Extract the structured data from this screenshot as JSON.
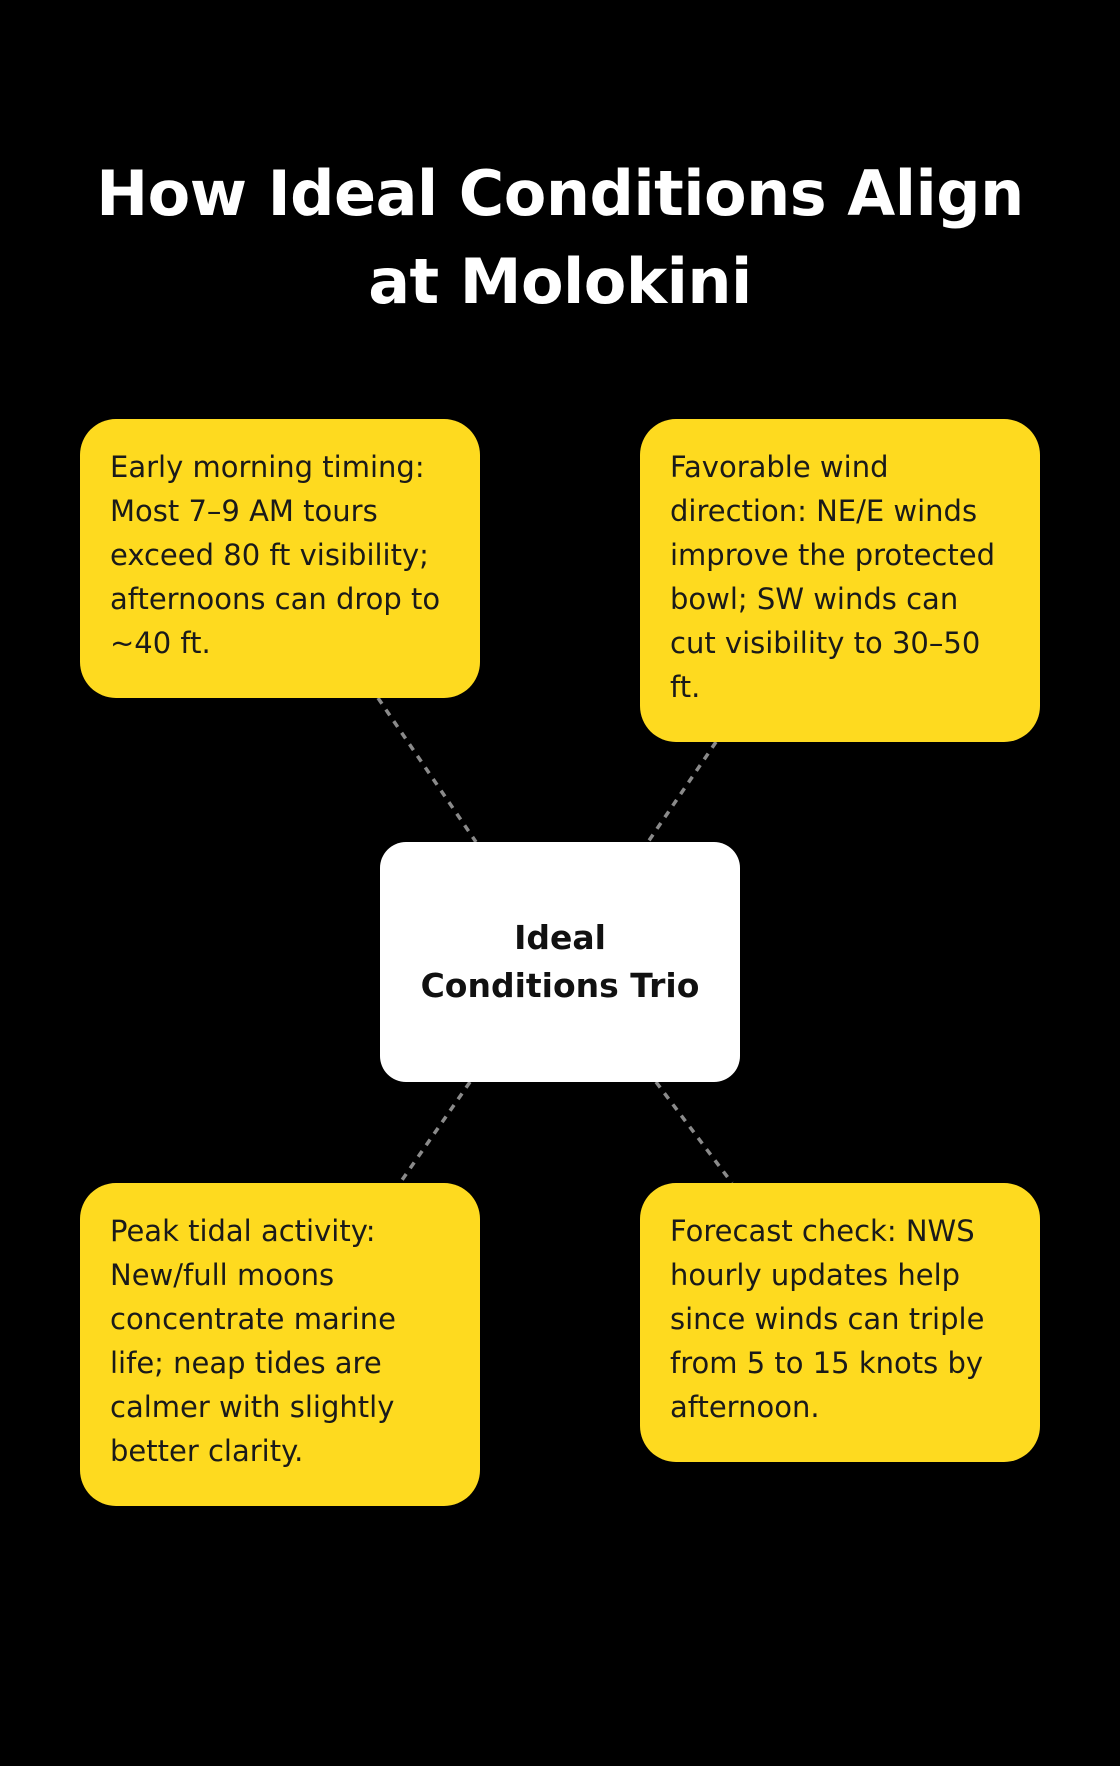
{
  "title": "How Ideal Conditions Align at Molokini",
  "center": {
    "label": "Ideal Conditions Trio"
  },
  "nodes": {
    "top_left": "Early morning timing: Most 7–9 AM tours exceed 80 ft visibility; afternoons can drop to ~40 ft.",
    "top_right": "Favorable wind direction: NE/E winds improve the protected bowl; SW winds can cut visibility to 30–50 ft.",
    "bottom_left": "Peak tidal activity: New/full moons concentrate marine life; neap tides are calmer with slightly better clarity.",
    "bottom_right": "Forecast check: NWS hourly updates help since winds can triple from 5 to 15 knots by afternoon."
  },
  "colors": {
    "background": "#000000",
    "node_fill": "#FEDA1F",
    "center_fill": "#FFFFFF",
    "connector": "#8A8A8A"
  }
}
